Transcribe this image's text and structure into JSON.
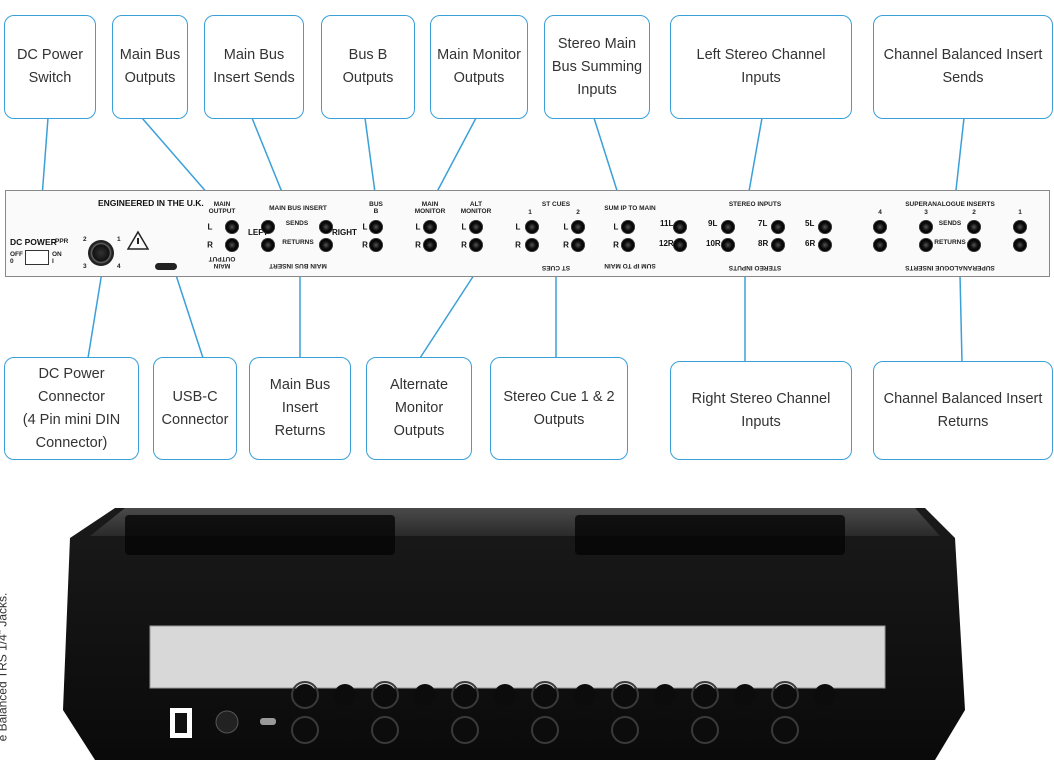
{
  "callouts_top": [
    {
      "id": "dc-power-switch",
      "text": "DC Power\nSwitch"
    },
    {
      "id": "main-bus-outputs",
      "text": "Main Bus\nOutputs"
    },
    {
      "id": "main-bus-insert-sends",
      "text": "Main Bus\nInsert Sends"
    },
    {
      "id": "bus-b-outputs",
      "text": "Bus B\nOutputs"
    },
    {
      "id": "main-monitor-outputs",
      "text": "Main Monitor\nOutputs"
    },
    {
      "id": "stereo-main-bus-summing",
      "text": "Stereo Main\nBus Summing\nInputs"
    },
    {
      "id": "left-stereo-channel-inputs",
      "text": "Left Stereo Channel\nInputs"
    },
    {
      "id": "channel-balanced-insert-sends",
      "text": "Channel Balanced Insert\nSends"
    }
  ],
  "callouts_bottom": [
    {
      "id": "dc-power-connector",
      "text": "DC Power\nConnector\n(4 Pin mini DIN\nConnector)"
    },
    {
      "id": "usb-c-connector",
      "text": "USB-C\nConnector"
    },
    {
      "id": "main-bus-insert-returns",
      "text": "Main Bus\nInsert\nReturns"
    },
    {
      "id": "alternate-monitor-outputs",
      "text": "Alternate\nMonitor\nOutputs"
    },
    {
      "id": "stereo-cue-outputs",
      "text": "Stereo Cue 1 & 2\nOutputs"
    },
    {
      "id": "right-stereo-channel-inputs",
      "text": "Right Stereo Channel\nInputs"
    },
    {
      "id": "channel-balanced-insert-returns",
      "text": "Channel Balanced Insert\nReturns"
    }
  ],
  "side_text": "e Balanced TRS 1/4\" Jacks.",
  "panel": {
    "engineered": "ENGINEERED IN THE U.K.",
    "dc_power": "DC POWER",
    "dc_off": "OFF\n0",
    "dc_on": "ON\nI",
    "pwr_small": "PPR",
    "din_pins": [
      "2",
      "1",
      "3",
      "4"
    ],
    "main_output": "MAIN\nOUTPUT",
    "main_bus_insert": "MAIN BUS INSERT",
    "left": "LEFT",
    "right": "RIGHT",
    "sends": "SENDS",
    "returns": "RETURNS",
    "bus_b": "BUS\nB",
    "main_monitor": "MAIN\nMONITOR",
    "alt_monitor": "ALT\nMONITOR",
    "st_cues": "ST CUES",
    "sum_ip": "SUM IP TO MAIN",
    "stereo_inputs": "STEREO INPUTS",
    "superanalogue": "SUPERANALOGUE INSERTS",
    "stereo_labels_top": [
      "11L",
      "9L",
      "7L",
      "5L"
    ],
    "stereo_labels_bottom": [
      "12R",
      "10R",
      "8R",
      "6R"
    ],
    "insert_nums": [
      "4",
      "3",
      "2",
      "1"
    ],
    "cue_nums": [
      "1",
      "2"
    ],
    "L": "L",
    "R": "R"
  }
}
